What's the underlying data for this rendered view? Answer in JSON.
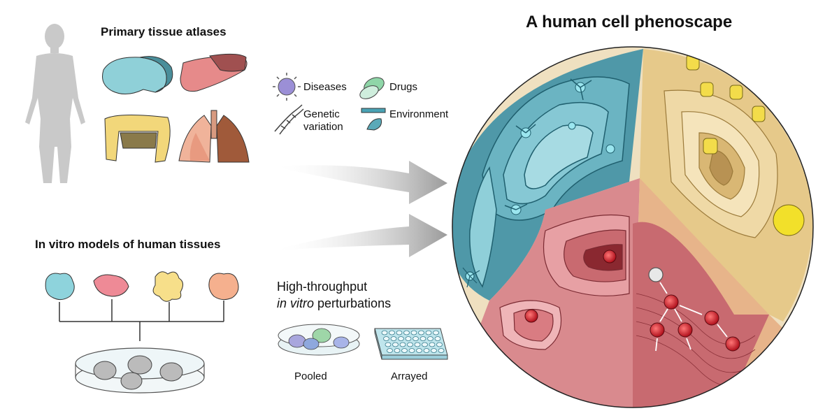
{
  "title": "A human cell phenoscape",
  "primary_tissue": {
    "heading": "Primary tissue atlases"
  },
  "in_vitro": {
    "heading": "In vitro models of human tissues"
  },
  "factors": {
    "diseases": "Diseases",
    "drugs": "Drugs",
    "genetic_line1": "Genetic",
    "genetic_line2": "variation",
    "environment": "Environment"
  },
  "perturbations": {
    "line1": "High-throughput",
    "line2_italic": "in vitro",
    "line2_rest": " perturbations",
    "pooled": "Pooled",
    "arrayed": "Arrayed"
  },
  "colors": {
    "blue_tissue": "#5aa9b8",
    "tan_tissue": "#e8c98a",
    "pink_tissue": "#e89a9a",
    "arrow_gray": "#a8a8a8",
    "silhouette": "#c8c8c8"
  }
}
